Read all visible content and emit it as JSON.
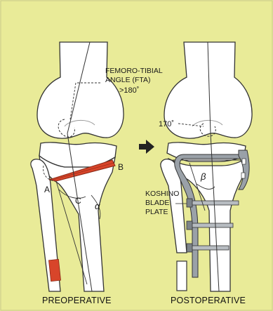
{
  "labels": {
    "fta_line1": "FEMORO-TIBIAL",
    "fta_line2": "ANGLE (FTA)",
    "fta_value": ">180˚",
    "point_a": "A",
    "point_b": "B",
    "point_c": "C",
    "alpha": "α",
    "post_angle": "170˚",
    "beta": "β",
    "plate_line1": "KOSHINO",
    "plate_line2": "BLADE",
    "plate_line3": "PLATE"
  },
  "captions": {
    "preoperative": "PREOPERATIVE",
    "postoperative": "POSTOPERATIVE"
  },
  "colors": {
    "background": "#e9eb98",
    "bone": "#ffffff",
    "outline": "#333333",
    "wedge": "#d8452a",
    "plate": "#9aa1a8"
  }
}
